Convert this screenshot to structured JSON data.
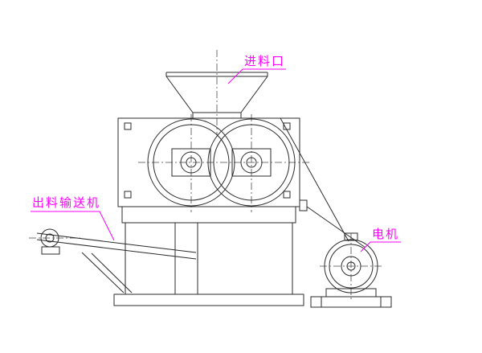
{
  "diagram": {
    "type": "engineering-drawing",
    "subject": "roller-press-machine-side-view",
    "labels": {
      "feed_inlet": "进料口",
      "discharge_conveyor": "出料输送机",
      "motor": "电机"
    },
    "colors": {
      "label_text": "#ff00ff",
      "drawing_lines": "#2b2b2b",
      "background": "#ffffff"
    }
  }
}
